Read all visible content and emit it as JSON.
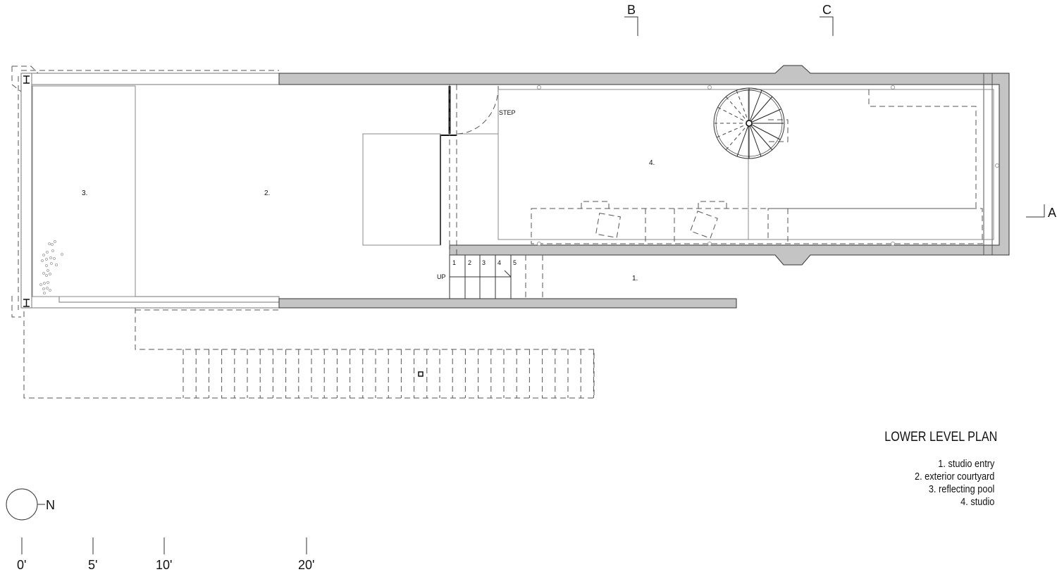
{
  "plan": {
    "title": "LOWER LEVEL PLAN",
    "legend": [
      "1. studio entry",
      "2. exterior courtyard",
      "3. reflecting pool",
      "4. studio"
    ],
    "room_tags": {
      "studio_entry": "1.",
      "courtyard": "2.",
      "pool": "3.",
      "studio": "4."
    },
    "step_label": "STEP",
    "up_label": "UP",
    "stair_numbers": [
      "1",
      "2",
      "3",
      "4",
      "5"
    ],
    "section_markers": {
      "b": "B",
      "c": "C",
      "a": "A"
    },
    "north_label": "N",
    "scale_labels": [
      "0'",
      "5'",
      "10'",
      "20'"
    ]
  }
}
